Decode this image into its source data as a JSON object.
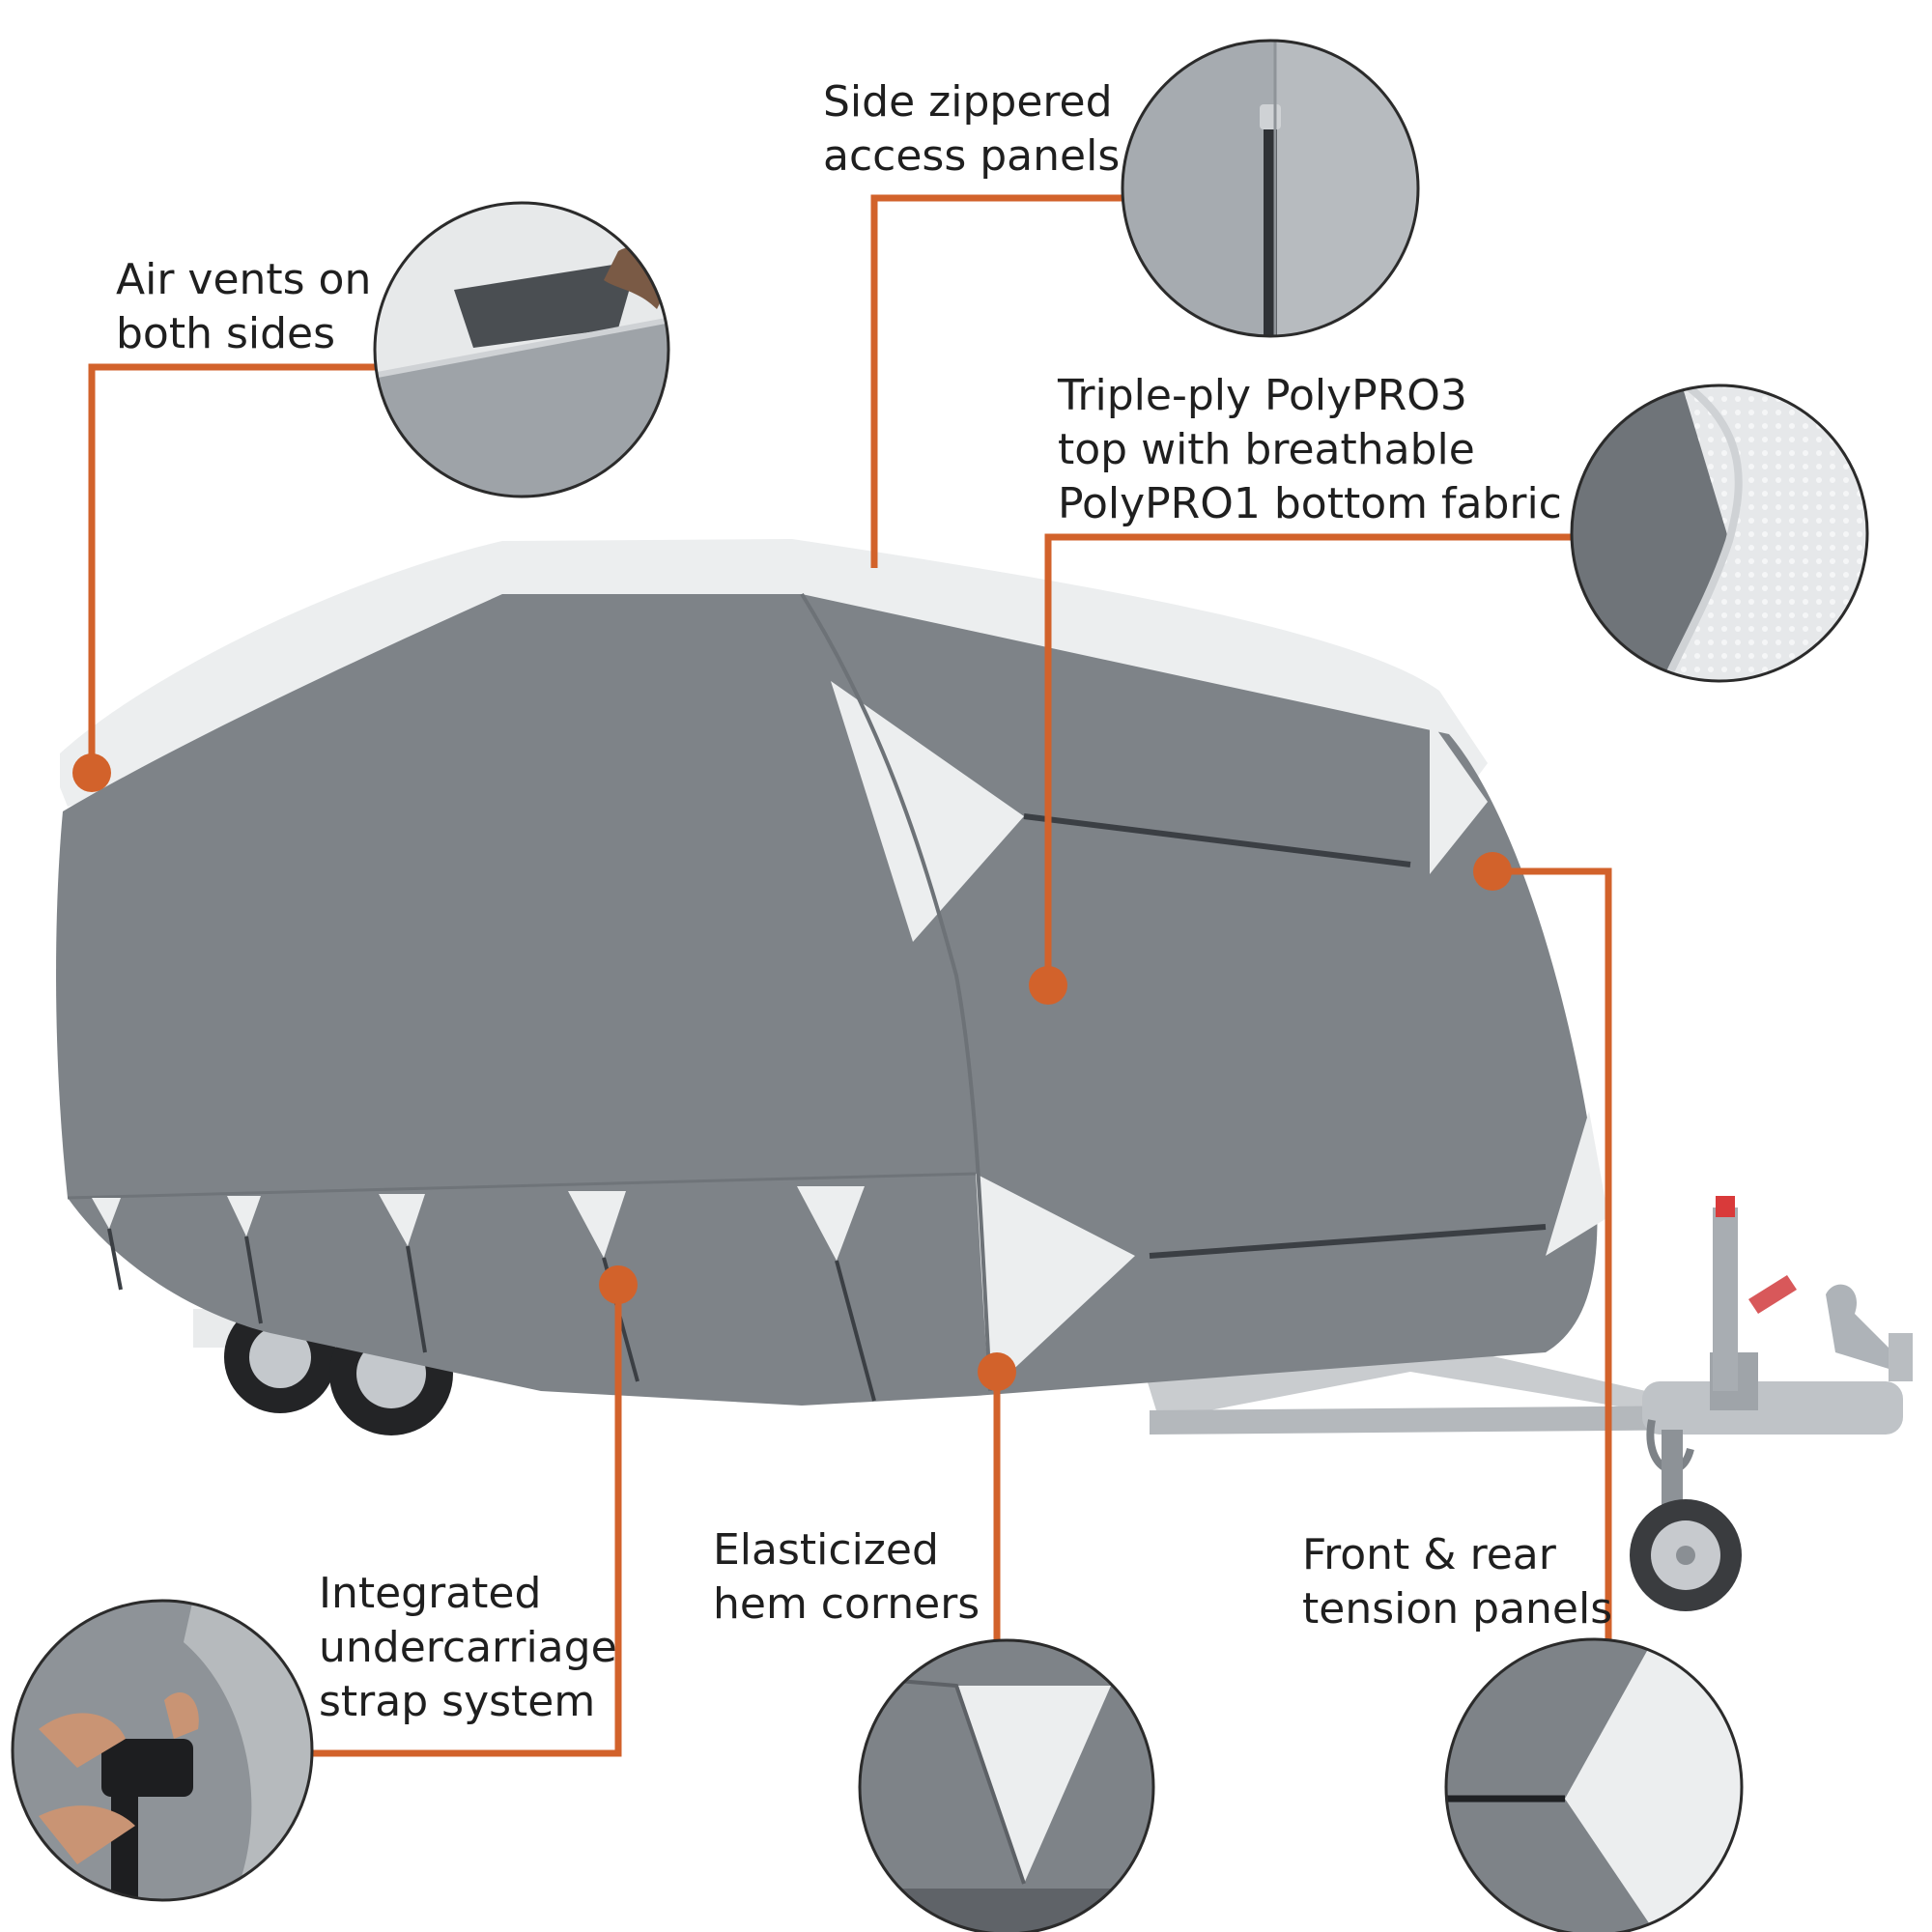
{
  "colors": {
    "accent": "#d2622b",
    "cover_gray": "#7e8388",
    "cover_light": "#eceeef",
    "text": "#1f1f1f"
  },
  "callouts": {
    "air_vents": {
      "lines": [
        "Air vents on",
        "both sides"
      ]
    },
    "side_zippered": {
      "lines": [
        "Side zippered",
        "access panels"
      ]
    },
    "triple_ply": {
      "lines": [
        "Triple-ply PolyPRO3",
        "top with breathable",
        "PolyPRO1 bottom fabric"
      ]
    },
    "undercarriage": {
      "lines": [
        "Integrated",
        "undercarriage",
        "strap system"
      ]
    },
    "elasticized": {
      "lines": [
        "Elasticized",
        "hem corners"
      ]
    },
    "tension": {
      "lines": [
        "Front & rear",
        "tension panels"
      ]
    }
  }
}
